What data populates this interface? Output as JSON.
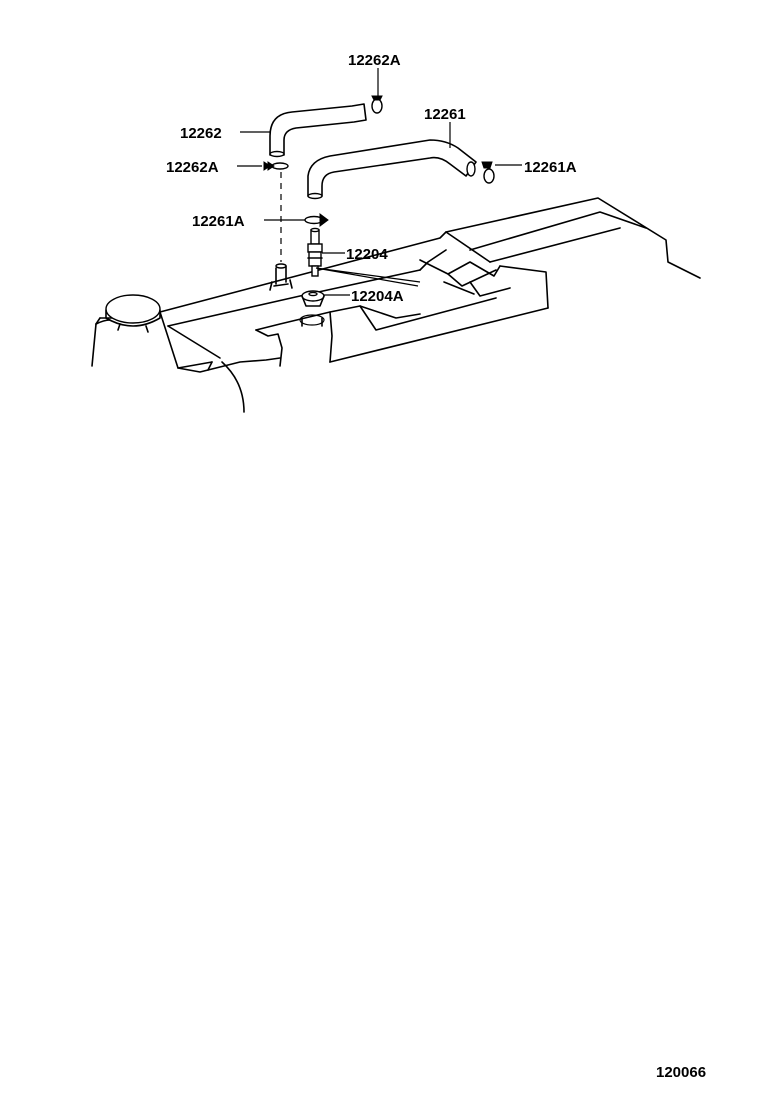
{
  "labels": {
    "top_clip": "12262A",
    "long_hose": "12261",
    "short_hose": "12262",
    "left_clip": "12262A",
    "right_clip": "12261A",
    "lower_clip": "12261A",
    "pcv_valve": "12204",
    "grommet": "12204A"
  },
  "diagram_number": "120066"
}
